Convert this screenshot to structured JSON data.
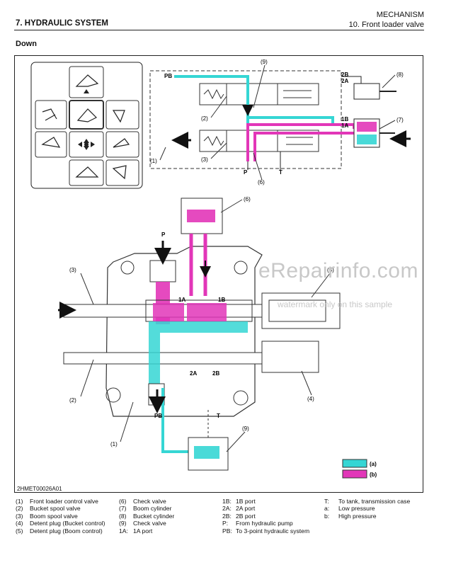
{
  "header": {
    "left": "7. HYDRAULIC SYSTEM",
    "right_line1": "MECHANISM",
    "right_line2": "10. Front loader valve"
  },
  "section": "Down",
  "figure": {
    "figure_id": "2HMET00026A01",
    "labels": {
      "pb": "PB",
      "p": "P",
      "t": "T",
      "b2": "2B",
      "a2": "2A",
      "b1": "1B",
      "a1": "1A",
      "n1": "(1)",
      "n2": "(2)",
      "n3": "(3)",
      "n4": "(4)",
      "n5": "(5)",
      "n6": "(6)",
      "n7": "(7)",
      "n8": "(8)",
      "n9": "(9)"
    },
    "legend_a": "(a)",
    "legend_b": "(b)",
    "colors": {
      "low": "#35d6d4",
      "high": "#e236b8"
    }
  },
  "legend": {
    "col1": [
      {
        "k": "(1)",
        "v": "Front loader control valve"
      },
      {
        "k": "(2)",
        "v": "Bucket spool valve"
      },
      {
        "k": "(3)",
        "v": "Boom spool valve"
      },
      {
        "k": "(4)",
        "v": "Detent plug (Bucket control)"
      },
      {
        "k": "(5)",
        "v": "Detent plug (Boom control)"
      }
    ],
    "col2": [
      {
        "k": "(6)",
        "v": "Check valve"
      },
      {
        "k": "(7)",
        "v": "Boom cylinder"
      },
      {
        "k": "(8)",
        "v": "Bucket cylinder"
      },
      {
        "k": "(9)",
        "v": "Check valve"
      },
      {
        "k": "1A:",
        "v": "1A port"
      }
    ],
    "col3": [
      {
        "k": "1B:",
        "v": "1B port"
      },
      {
        "k": "2A:",
        "v": "2A port"
      },
      {
        "k": "2B:",
        "v": "2B port"
      },
      {
        "k": "P:",
        "v": "From hydraulic pump"
      },
      {
        "k": "PB:",
        "v": "To 3-point hydraulic system"
      }
    ],
    "col4": [
      {
        "k": "T:",
        "v": "To tank, transmission case"
      },
      {
        "k": "a:",
        "v": "Low pressure"
      },
      {
        "k": "b:",
        "v": "High pressure"
      }
    ]
  },
  "watermark": {
    "main": "eRepairinfo.com",
    "sub": "watermark only on this sample"
  }
}
